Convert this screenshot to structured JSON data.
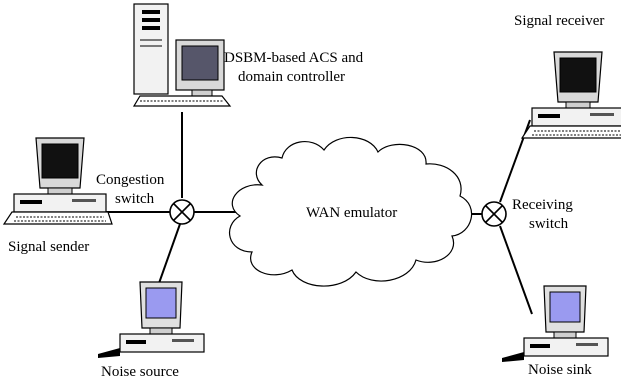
{
  "labels": {
    "dsbm_line1": "DSBM-based ACS and",
    "dsbm_line2": "domain controller",
    "signal_receiver": "Signal receiver",
    "congestion_line1": "Congestion",
    "congestion_line2": "switch",
    "signal_sender": "Signal sender",
    "wan": "WAN emulator",
    "receiving_line1": "Receiving",
    "receiving_line2": "switch",
    "noise_source": "Noise source",
    "noise_sink": "Noise sink"
  },
  "colors": {
    "screen_dark": "#111111",
    "screen_blue": "#9a9af0",
    "screen_gray": "#56566a",
    "case_light": "#f2f2f2",
    "line": "#000000"
  },
  "icons": {
    "server": "tower-workstation-icon",
    "desktop": "desktop-computer-icon",
    "switch": "switch-cross-circle-icon",
    "cloud": "wan-cloud-icon"
  }
}
